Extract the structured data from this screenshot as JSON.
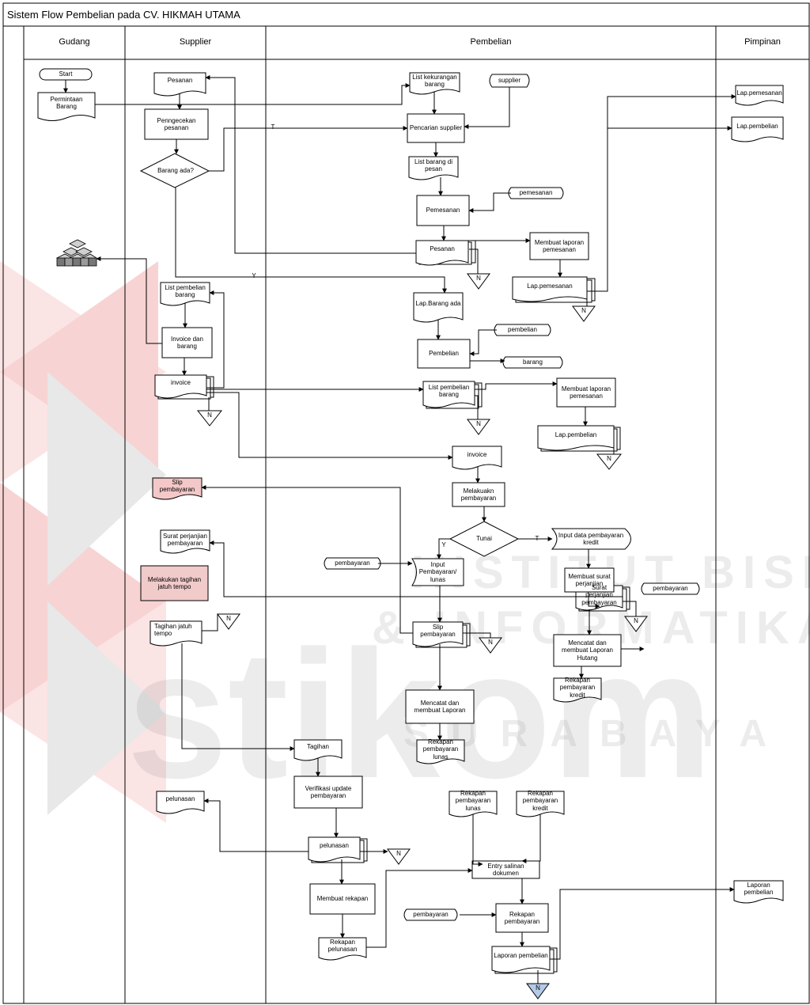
{
  "title": "Sistem Flow Pembelian pada CV. HIKMAH UTAMA",
  "lanes": [
    "Gudang",
    "Supplier",
    "Pembelian",
    "Pimpinan"
  ],
  "watermark": {
    "line1": "INSTITUT BISNIS",
    "line2": "& INFORMATIKA",
    "line3": "stikom",
    "line4": "SURABAYA",
    "colors": {
      "red": "#e23a3a",
      "gray": "#9a9a9a"
    }
  },
  "nodes": {
    "start": "Start",
    "permintaan_barang": "Permintaan Barang",
    "pesanan_supplier": "Pesanan",
    "penngecekan_pesanan": "Penngecekan pesanan",
    "barang_ada": "Barang ada?",
    "list_kekurangan_barang": "List kekurangan barang",
    "supplier_db": "supplier",
    "pencarian_supplier": "Pencarian supplier",
    "lap_pemesanan_top": "Lap.pemesanan",
    "lap_pembelian_top": "Lap.pembelian",
    "list_barang_di_pesan": "List barang di pesan",
    "pemesanan_db": "pemesanan",
    "pemesanan": "Pemesanan",
    "pesanan_pembelian": "Pesanan",
    "membuat_laporan_pemesanan_1": "Membuat laporan pemesanan",
    "lap_pemesanan_doc": "Lap.pemesanan",
    "list_pembelian_barang_supplier": "List pembelian barang",
    "lap_barang_ada": "Lap.Barang ada",
    "invoice_dan_barang": "Invoice dan barang",
    "pembelian_db": "pembelian",
    "pembelian": "Pembelian",
    "barang_db": "barang",
    "invoice_supplier": "invoice",
    "list_pembelian_barang_pembelian": "List pembelian barang",
    "membuat_laporan_pemesanan_2": "Membuat laporan pemesanan",
    "lap_pembelian_doc": "Lap.pembelian",
    "invoice_pembelian": "invoice",
    "melakukan_pembayaran": "Melakuakn pembayaran",
    "tunai": "Tunai",
    "slip_pembayaran_supplier": "Slip pembayaran",
    "surat_perjanjian_supplier": "Surat perjanjian pembayaran",
    "melakukan_tagihan": "Melakukan tagihan jatuh tempo",
    "tagihan_jatuh_tempo": "Tagihan jatuh tempo",
    "pembayaran_db_1": "pembayaran",
    "input_pembayaran_lunas": "Input Pembayaran/ lunas",
    "input_data_kredit": "Input data pembayaran kredit",
    "membuat_surat_perjanjian": "Membuat surat perjanjian",
    "surat_perjanjian_pembelian": "Surat perjanjian pembayaran",
    "slip_pembayaran_pembelian": "Slip pembayaran",
    "mencatat_hutang": "Mencatat dan membuat Laporan Hutang",
    "pembayaran_db_2": "pembayaran",
    "rekapan_pembayaran_kredit": "Rekapan pembayaran kredit",
    "mencatat_laporan": "Mencatat dan membuat Laporan",
    "rekapan_pembayaran_lunas": "Rekapan pembayaran lunas",
    "tagihan": "Tagihan",
    "verifikasi_update": "Verifikasi update pembayaran",
    "pelunasan_supplier": "pelunasan",
    "pelunasan_pembelian": "pelunasan",
    "rekapan_lunas_2": "Rekapan pembayaran lunas",
    "rekapan_kredit_2": "Rekapan pembayaran kredit",
    "entry_salinan": "Entry salinan dokumen",
    "membuat_rekapan": "Membuat rekapan",
    "pembayaran_db_3": "pembayaran",
    "rekapan_pembayaran": "Rekapan pembayaran",
    "laporan_pembelian_pimpinan": "Laporan pembelian",
    "rekapan_pelunasan": "Rekapan pelunasan",
    "laporan_pembelian": "Laporan pembelian"
  },
  "edge_labels": {
    "t1": "T",
    "y1": "Y",
    "t2": "T",
    "y2": "Y"
  },
  "offpage": "N"
}
